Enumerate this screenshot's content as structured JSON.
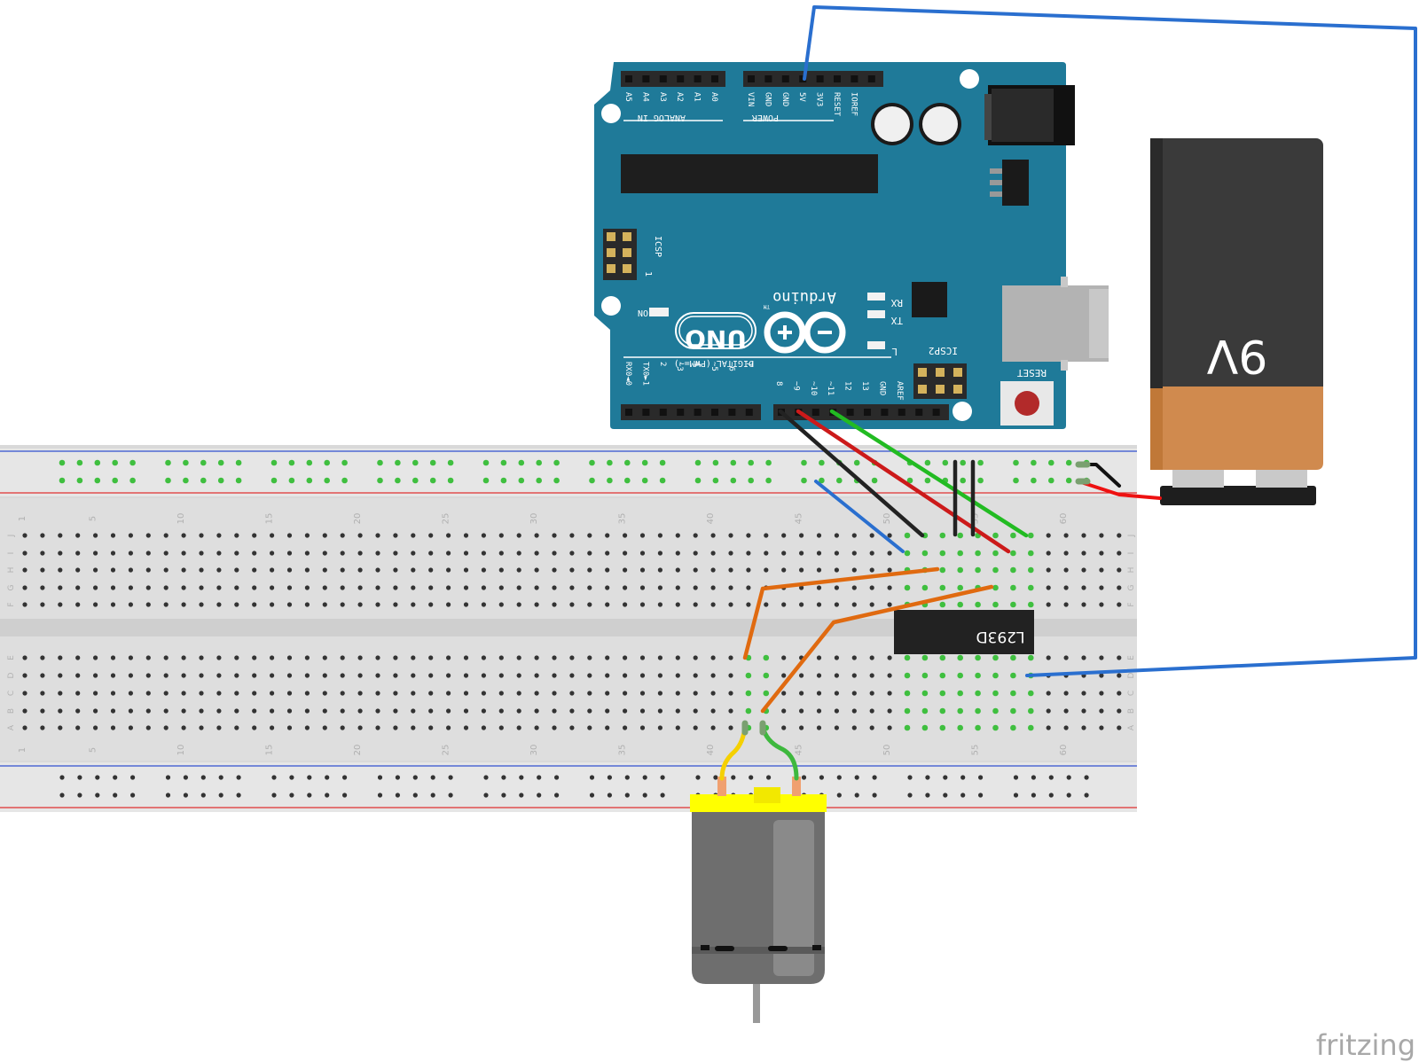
{
  "arduino": {
    "name": "Arduino",
    "model": "UNO",
    "trademark": "TM",
    "header_labels": {
      "analog_in": "ANALOG IN",
      "power": "POWER",
      "digital": "DIGITAL (PWM=~)",
      "icsp": "ICSP",
      "icsp2": "ICSP2",
      "icsp_pin1": "1",
      "reset": "RESET",
      "on": "ON",
      "tx": "TX",
      "rx": "RX",
      "l": "L"
    },
    "analog_pins": [
      "A5",
      "A4",
      "A3",
      "A2",
      "A1",
      "A0"
    ],
    "power_pins": [
      "VIN",
      "GND",
      "GND",
      "5V",
      "3V3",
      "RESET",
      "IOREF"
    ],
    "digital_pins_low": [
      "RX0◄0",
      "TX0►1",
      "2",
      "~3",
      "4",
      "~5",
      "~6",
      "7"
    ],
    "digital_pins_high": [
      "8",
      "~9",
      "~10",
      "~11",
      "12",
      "13",
      "GND",
      "AREF"
    ],
    "board_color": "#1f7a99"
  },
  "battery": {
    "label": "9V",
    "top_color": "#3a3a3a",
    "bottom_color": "#d08a4e"
  },
  "breadboard": {
    "column_numbers": [
      "1",
      "5",
      "10",
      "15",
      "20",
      "25",
      "30",
      "35",
      "40",
      "45",
      "50",
      "55",
      "60"
    ],
    "row_letters_top": [
      "J",
      "I",
      "H",
      "G",
      "F"
    ],
    "row_letters_bottom": [
      "E",
      "D",
      "C",
      "B",
      "A"
    ],
    "rail_red": "#e03030",
    "rail_blue": "#3050d0"
  },
  "ic": {
    "label": "L293D"
  },
  "wires": {
    "signal_black": "#222222",
    "signal_red": "#cc1a1a",
    "signal_green": "#22bb22",
    "jumper_blue": "#2a6fcf",
    "jumper_orange": "#e06a10",
    "motor_yellow": "#f5d000",
    "motor_green": "#3db83d"
  },
  "motor": {
    "cap_color": "#ffff00",
    "body_color": "#7a7a7a"
  },
  "watermark": {
    "text": "fritzing"
  }
}
